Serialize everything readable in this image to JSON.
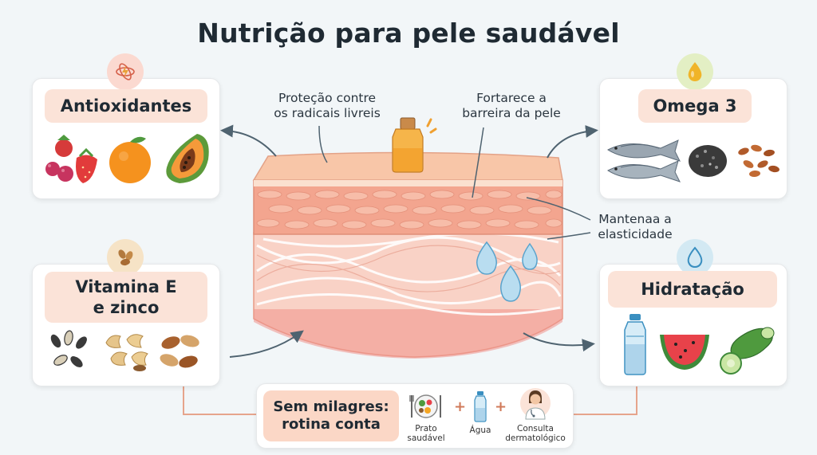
{
  "title": "Nutrição para pele saudável",
  "cards": {
    "antioxidants": {
      "label": "Antioxidantes",
      "icon": "lightning-atom-icon"
    },
    "omega": {
      "label": "Omega 3",
      "icon": "oil-drop-icon"
    },
    "vitamin": {
      "label_line1": "Vitamina E",
      "label_line2": "e zinco",
      "icon": "seeds-icon"
    },
    "hydration": {
      "label": "Hidratação",
      "icon": "water-drop-icon"
    }
  },
  "annotations": {
    "protection_line1": "Proteção contre",
    "protection_line2": "os radicais livreis",
    "barrier_line1": "Fortarece a",
    "barrier_line2": "barreira da pele",
    "elasticity_line1": "Mantenaa a",
    "elasticity_line2": "elasticidade"
  },
  "bottom": {
    "motto_line1": "Sem milagres:",
    "motto_line2": "rotina conta",
    "items": {
      "plate_line1": "Prato",
      "plate_line2": "saudável",
      "water": "Água",
      "consult_line1": "Consulta",
      "consult_line2": "dermatológico"
    },
    "plus": "+"
  },
  "colors": {
    "background": "#f2f6f8",
    "label_box": "#fbe3d8",
    "skin_top": "#f8c6a8",
    "skin_mid": "#f3a58f",
    "skin_deep": "#f9d2c6",
    "arrow": "#4f6370",
    "connector": "#e6a48c"
  }
}
